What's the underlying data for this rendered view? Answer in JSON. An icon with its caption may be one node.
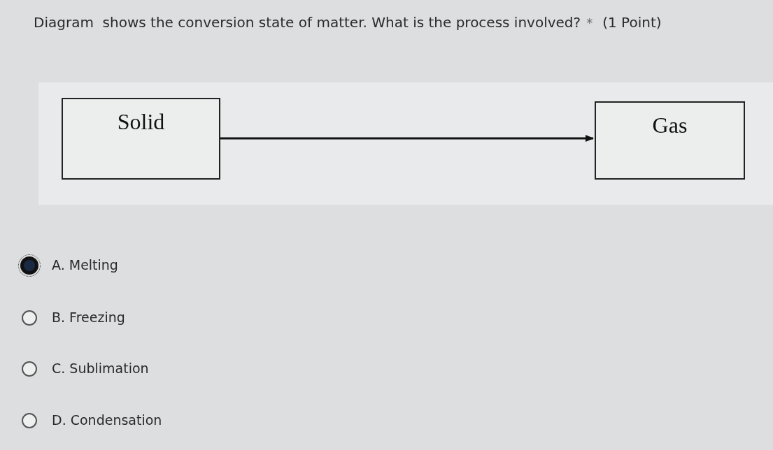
{
  "diagram": {
    "title": "Diagram  shows the conversion state of matter. What is the process involved?",
    "nodes": [
      {
        "text": [
          "Solid"
        ]
      },
      {
        "text": [
          "Gas"
        ]
      }
    ],
    "edges": [
      {
        "from": 0,
        "to": 1,
        "arrow": "to"
      }
    ],
    "labels": [
      "*",
      "(1 Point)",
      "A. Melting",
      "B. Freezing",
      "C. Sublimation",
      "D. Condensation"
    ]
  }
}
